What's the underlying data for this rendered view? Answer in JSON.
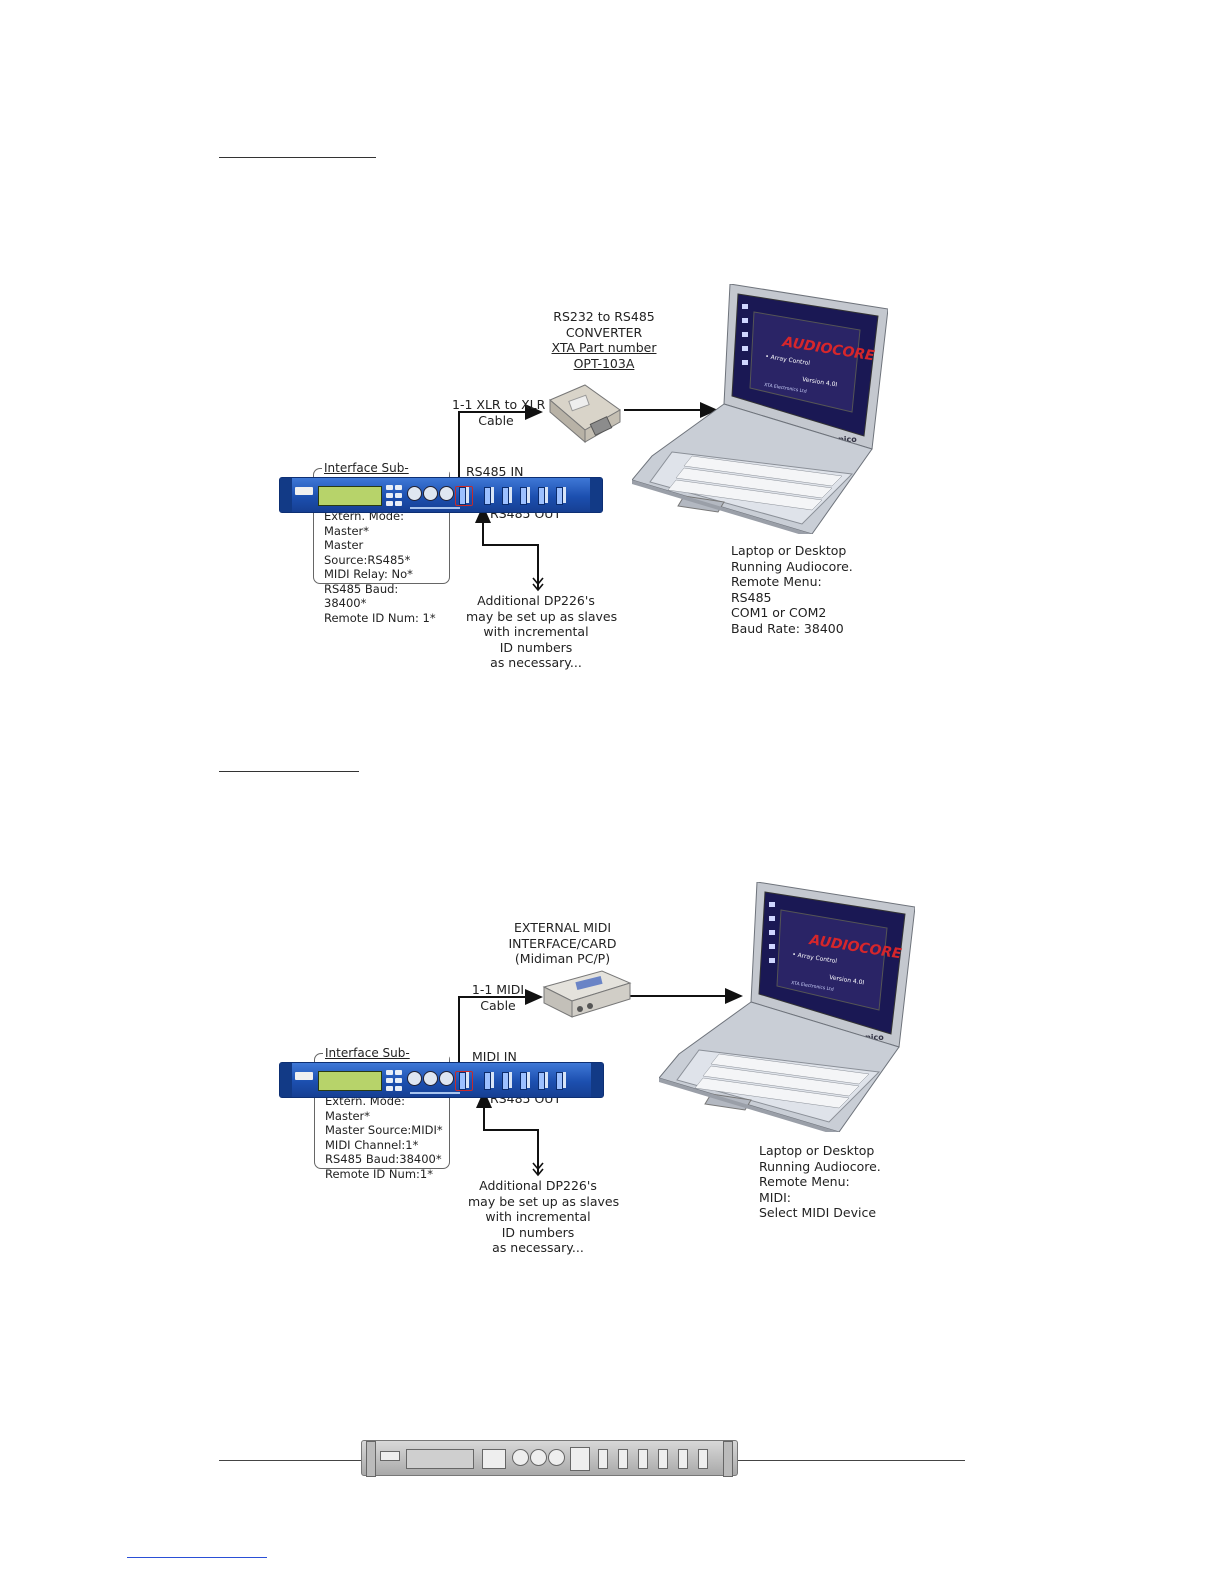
{
  "diagram1": {
    "converter_label": [
      "RS232 to RS485",
      "CONVERTER",
      "XTA Part number",
      "OPT-103A"
    ],
    "cable_label": [
      "1-1 XLR to XLR",
      "Cable"
    ],
    "in_label": "RS485 IN",
    "out_label": "RS485 OUT",
    "menu_title": "Interface Sub-menu:",
    "menu_items": [
      "Extern. Mode: Master*",
      "Master Source:RS485*",
      "MIDI Relay: No*",
      "RS485 Baud: 38400*",
      "Remote ID Num: 1*"
    ],
    "additional_note": [
      "Additional DP226's",
      "may be set up as slaves",
      "with incremental",
      "ID numbers",
      "as necessary..."
    ],
    "laptop_note": [
      "Laptop or Desktop",
      "Running Audiocore.",
      "Remote Menu:",
      "RS485",
      "COM1 or COM2",
      "Baud Rate: 38400"
    ]
  },
  "diagram2": {
    "interface_label": [
      "EXTERNAL MIDI",
      "INTERFACE/CARD",
      "(Midiman PC/P)"
    ],
    "cable_label": [
      "1-1 MIDI",
      "Cable"
    ],
    "in_label": "MIDI IN",
    "out_label": "RS485 OUT",
    "menu_title": "Interface Sub-menu:",
    "menu_items": [
      "Extern. Mode: Master*",
      "Master Source:MIDI*",
      "MIDI Channel:1*",
      "RS485 Baud:38400*",
      "Remote ID Num:1*"
    ],
    "additional_note": [
      "Additional DP226's",
      "may be set up as slaves",
      "with incremental",
      "ID numbers",
      "as necessary..."
    ],
    "laptop_note": [
      "Laptop or Desktop",
      "Running Audiocore.",
      "Remote Menu:",
      "MIDI:",
      "Select MIDI Device"
    ]
  },
  "screen_text": {
    "brand": "AUDIOCORE",
    "subtitle": "• Array Control",
    "version": "Version 4.0I",
    "company": "XTA Electronics Ltd",
    "laptop_brand": "pico"
  },
  "colors": {
    "rack_blue": "#1c4fb0",
    "screen_bg": "#141250",
    "audiocore_red": "#d6262b"
  }
}
